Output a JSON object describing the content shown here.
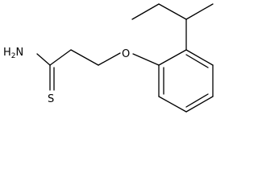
{
  "molecule": {
    "atoms": {
      "amine": {
        "main": "H",
        "subscript": "2",
        "suffix": "N"
      },
      "thione": {
        "label": "S"
      },
      "ether": {
        "label": "O"
      }
    },
    "colors": {
      "bond": "#000000",
      "text": "#000000",
      "background": "#ffffff"
    }
  }
}
